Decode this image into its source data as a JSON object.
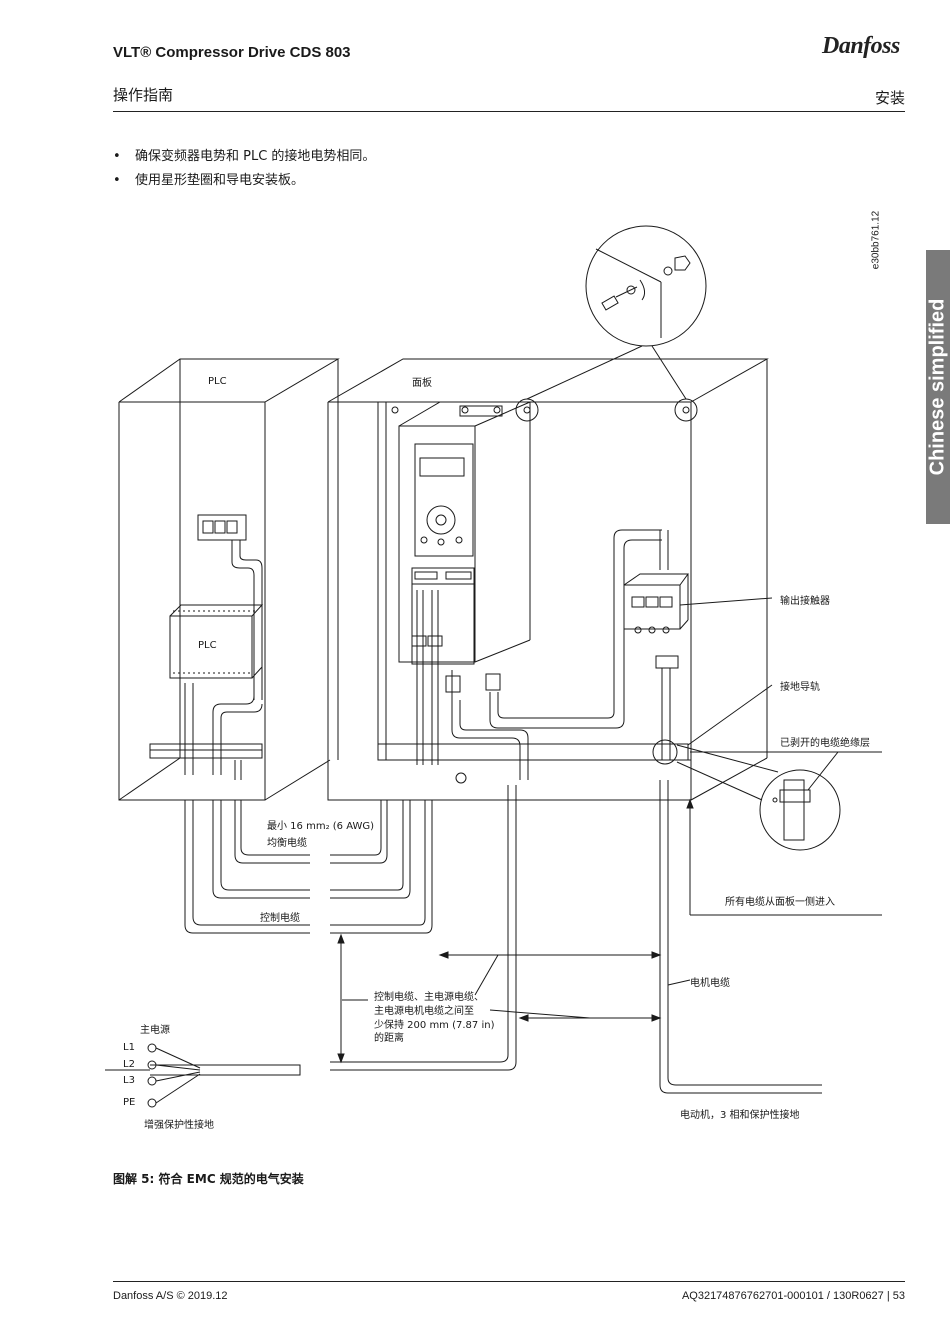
{
  "header": {
    "title": "VLT® Compressor Drive CDS 803",
    "logo_text": "Danfoss",
    "section": "操作指南",
    "chapter": "安装"
  },
  "bullets": [
    "确保变频器电势和 PLC 的接地电势相同。",
    "使用星形垫圈和导电安装板。"
  ],
  "side_tab": "Chinese simplified",
  "figure": {
    "code": "e30bb761.12",
    "labels": {
      "plc_cabinet": "PLC",
      "panel": "面板",
      "plc_unit": "PLC",
      "output_contactor": "输出接触器",
      "ground_rail": "接地导轨",
      "stripped_insulation": "已剥开的电缆绝缘层",
      "min_section": "最小 16 mm₂ (6 AWG)",
      "equalizing_cable": "均衡电缆",
      "control_cable": "控制电缆",
      "all_cables_entry": "所有电缆从面板一侧进入",
      "motor_cable": "电机电缆",
      "distance_line1": "控制电缆、主电源电缆、",
      "distance_line2": "主电源电机电缆之间至",
      "distance_line3": "少保持 200 mm (7.87 in)",
      "distance_line4": "的距离",
      "mains": "主电源",
      "l1": "L1",
      "l2": "L2",
      "l3": "L3",
      "pe": "PE",
      "reinforced_pe": "增强保护性接地",
      "motor_3phase_pe": "电动机，3 相和保护性接地"
    }
  },
  "caption": "图解 5: 符合 EMC 规范的电气安装",
  "footer": {
    "left": "Danfoss A/S © 2019.12",
    "right": "AQ321748767627​01-000101 / 130R0627 | 53"
  },
  "colors": {
    "side_tab": "#7a7a7a",
    "line": "#1a1a1a"
  }
}
